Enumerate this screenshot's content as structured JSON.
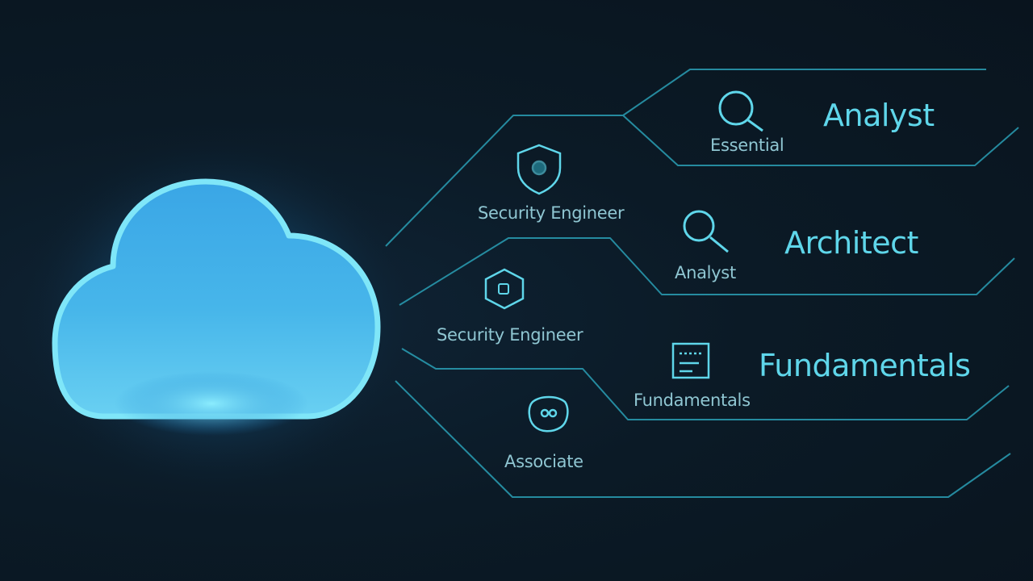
{
  "colors": {
    "background": "#0b1a26",
    "line": "#2a9fb5",
    "accent": "#5fd6ea",
    "cloud": "#4ab6e6"
  },
  "icons": {
    "cloud": "cloud-icon",
    "shield": "shield-icon",
    "search_1": "magnifier-icon",
    "search_2": "magnifier-icon",
    "badge": "hexagon-badge-icon",
    "board": "chart-board-icon",
    "cert": "certificate-seal-icon"
  },
  "nodes": {
    "security_engineer_1": "Security Engineer",
    "security_engineer_2": "Security Engineer",
    "essential": "Essential",
    "analyst_small": "Analyst",
    "fundamentals_small": "Fundamentals",
    "associate": "Associate"
  },
  "roles": {
    "analyst": "Analyst",
    "architect": "Architect",
    "fundamentals": "Fundamentals"
  }
}
